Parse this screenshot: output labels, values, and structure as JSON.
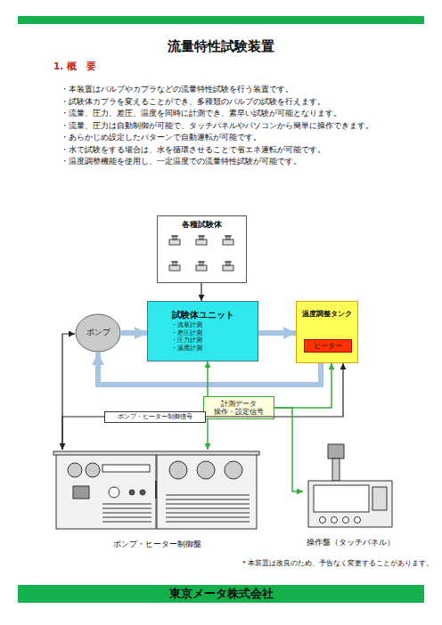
{
  "diagram": {
    "title": "流量特性試験装置",
    "nodes": [
      {
        "text": [
          "各種試験体"
        ]
      },
      {
        "text": [
          "ポンプ"
        ]
      },
      {
        "text": [
          "試験体ユニット",
          "・流量計測",
          "・差圧計測",
          "・圧力計測",
          "・温度計測"
        ]
      },
      {
        "text": [
          "温度調整タンク"
        ]
      },
      {
        "text": [
          "ヒーター"
        ],
        "in": 3
      },
      {
        "text": [
          "計測データ",
          "操作・設定信号"
        ]
      },
      {
        "text": [
          "ポンプ・ヒーター制御信号"
        ]
      },
      {
        "text": [
          "ポンプ・ヒーター制御盤"
        ]
      },
      {
        "text": [
          "操作盤（タッチパネル）"
        ]
      }
    ],
    "edges": [
      {
        "from": 0,
        "to": 2,
        "arrow": "to"
      },
      {
        "from": 1,
        "to": 2,
        "arrow": "to"
      },
      {
        "from": 2,
        "to": 3,
        "arrow": "to"
      },
      {
        "from": 3,
        "to": 1,
        "arrow": "to"
      },
      {
        "from": 7,
        "to": 1,
        "arrow": "both"
      },
      {
        "from": 7,
        "to": 3,
        "arrow": "to"
      },
      {
        "from": 5,
        "to": 2,
        "arrow": "to"
      },
      {
        "from": 5,
        "to": 3,
        "arrow": "to"
      },
      {
        "from": 5,
        "to": 7,
        "arrow": "to"
      },
      {
        "from": 5,
        "to": 8,
        "arrow": "to"
      }
    ],
    "labels": [
      "1. 概　要",
      "・本装置はバルブやカプラなどの流量特性試験を行う装置です。",
      "・試験体カプラを変えることができ、多種類のバルブの試験を行えます。",
      "・流量、圧力、差圧、温度を同時に計測でき、素早い試験が可能となります。",
      "・流量、圧力は自動制御が可能で、タッチパネルやパソコンから簡単に操作できます。",
      "・あらかじめ設定したパターンで自動運転が可能です。",
      "・水で試験をする場合は、水を循環させることで省エネ運転が可能です。",
      "・温度調整機能を使用し、一定温度での流量特性試験が可能です。",
      "＊本装置は改良のため、予告なく変更することがあります。",
      "東京メータ株式会社"
    ]
  }
}
